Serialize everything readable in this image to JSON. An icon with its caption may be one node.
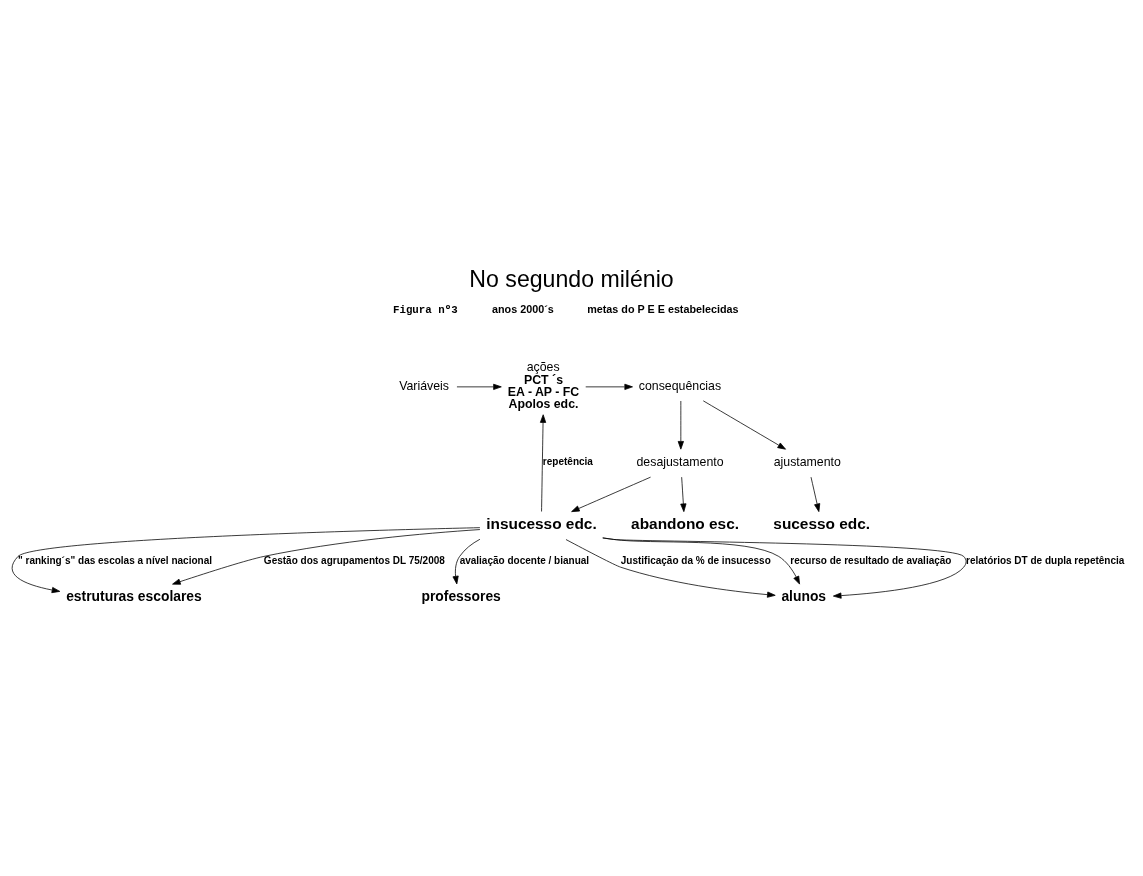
{
  "diagram": {
    "title": "No segundo milénio",
    "nodes": [
      {
        "text": [
          "Variáveis"
        ]
      },
      {
        "text": [
          "ações",
          "PCT ´s",
          "EA - AP - FC",
          "Apolos edc."
        ]
      },
      {
        "text": [
          "consequências"
        ]
      },
      {
        "text": [
          "estruturas escolares"
        ]
      },
      {
        "text": [
          "professores"
        ]
      },
      {
        "text": [
          "alunos"
        ]
      },
      {
        "text": [
          "ajustamento"
        ]
      },
      {
        "text": [
          "desajustamento"
        ]
      },
      {
        "text": [
          "sucesso edc."
        ]
      },
      {
        "text": [
          "insucesso edc."
        ]
      },
      {
        "text": [
          "abandono esc."
        ]
      }
    ],
    "edges": [
      {
        "from": 0,
        "to": 1,
        "arrow": "to"
      },
      {
        "from": 1,
        "to": 2,
        "arrow": "to"
      },
      {
        "from": 2,
        "to": 7,
        "arrow": "to"
      },
      {
        "from": 2,
        "to": 6,
        "arrow": "to"
      },
      {
        "from": 6,
        "to": 8,
        "arrow": "to"
      },
      {
        "from": 7,
        "to": 9,
        "arrow": "to"
      },
      {
        "from": 7,
        "to": 10,
        "arrow": "to"
      },
      {
        "from": 9,
        "to": 1,
        "arrow": "to",
        "label": "repetência"
      },
      {
        "from": 9,
        "to": 5,
        "arrow": "to",
        "label": "Justificação da % de insucesso"
      },
      {
        "from": 9,
        "to": 5,
        "arrow": "to",
        "label": "recurso de resultado de avaliação"
      },
      {
        "from": 9,
        "to": 5,
        "arrow": "to",
        "label": "relatórios DT de dupla repetência"
      },
      {
        "from": 9,
        "to": 4,
        "arrow": "to",
        "label": "avaliação docente / bianual"
      },
      {
        "from": 9,
        "to": 3,
        "arrow": "to",
        "label": "\" ranking´s\" das escolas a nível nacional"
      },
      {
        "from": 9,
        "to": 3,
        "arrow": "to",
        "label": "Gestão dos agrupamentos DL 75/2008"
      }
    ],
    "labels": [
      "Figura nº3",
      "anos 2000´s",
      "metas do P E E estabelecidas"
    ]
  }
}
